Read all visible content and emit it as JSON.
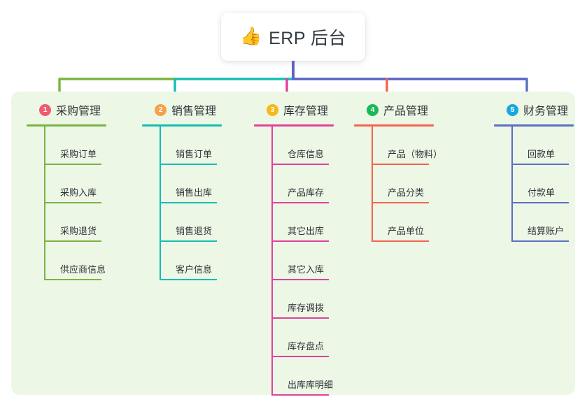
{
  "title": {
    "icon": "thumbs-up-icon",
    "emoji": "👍",
    "text": "ERP 后台"
  },
  "panel": {
    "background": "#edf7e6"
  },
  "bus": {
    "colors": {
      "green": "#7cb342",
      "teal": "#00bfae",
      "purple": "#5b63c4",
      "pink": "#e8308a",
      "red": "#ef4e4e",
      "blue": "#6c7fd4"
    }
  },
  "columns": [
    {
      "number": "1",
      "label": "采购管理",
      "badge_color": "#f05a70",
      "line_color": "#7cb342",
      "rule_width": 114,
      "items": [
        {
          "label": "采购订单"
        },
        {
          "label": "采购入库"
        },
        {
          "label": "采购退货"
        },
        {
          "label": "供应商信息"
        }
      ]
    },
    {
      "number": "2",
      "label": "销售管理",
      "badge_color": "#f5a04a",
      "line_color": "#16bdb4",
      "rule_width": 114,
      "items": [
        {
          "label": "销售订单"
        },
        {
          "label": "销售出库"
        },
        {
          "label": "销售退货"
        },
        {
          "label": "客户信息"
        }
      ]
    },
    {
      "number": "3",
      "label": "库存管理",
      "badge_color": "#f5b919",
      "line_color": "#e0429b",
      "rule_width": 114,
      "items": [
        {
          "label": "仓库信息"
        },
        {
          "label": "产品库存"
        },
        {
          "label": "其它出库"
        },
        {
          "label": "其它入库"
        },
        {
          "label": "库存调拨"
        },
        {
          "label": "库存盘点"
        },
        {
          "label": "出库库明细"
        }
      ]
    },
    {
      "number": "4",
      "label": "产品管理",
      "badge_color": "#19b955",
      "line_color": "#f4634f",
      "rule_width": 114,
      "items": [
        {
          "label": "产品（物料）"
        },
        {
          "label": "产品分类"
        },
        {
          "label": "产品单位"
        }
      ]
    },
    {
      "number": "5",
      "label": "财务管理",
      "badge_color": "#19a7e0",
      "line_color": "#5a6fc4",
      "rule_width": 114,
      "items": [
        {
          "label": "回款单"
        },
        {
          "label": "付款单"
        },
        {
          "label": "结算账户"
        }
      ]
    }
  ]
}
